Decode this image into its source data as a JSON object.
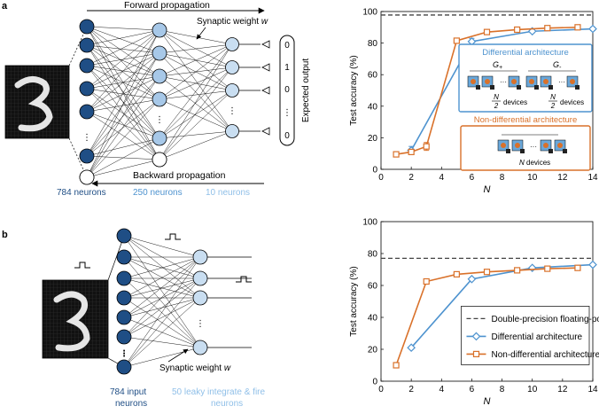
{
  "panel_a": {
    "letter": "a",
    "forward_label": "Forward propagation",
    "backward_label": "Backward propagation",
    "synaptic_label": "Synaptic weight",
    "synaptic_symbol": "w",
    "expected_output_label": "Expected output",
    "expected_values": [
      "0",
      "1",
      "0",
      "0"
    ],
    "layer_labels": [
      "784 neurons",
      "250 neurons",
      "10 neurons"
    ],
    "inset": {
      "diff_title": "Differential architecture",
      "g_plus": "G",
      "g_plus_sub": "+",
      "g_minus": "G",
      "g_minus_sub": "-",
      "n_symbol": "N",
      "half_denominator": "2",
      "devices_word": "devices",
      "nondiff_title": "Non-differential architecture"
    }
  },
  "panel_b": {
    "letter": "b",
    "synaptic_label": "Synaptic weight",
    "synaptic_symbol": "w",
    "input_label_lines": [
      "784 input",
      "neurons"
    ],
    "lif_label_lines": [
      "50 leaky integrate & fire",
      "neurons"
    ]
  },
  "colors": {
    "dark_blue": "#1f4e85",
    "light_blue": "#c9def1",
    "mid_blue": "#a7c8e8",
    "text_blue": "#6aa7d9",
    "diff": "#4e93cf",
    "nondiff": "#d9712a"
  },
  "chart_data": [
    {
      "type": "line",
      "xlabel": "N",
      "ylabel": "Test accuracy (%)",
      "xlim": [
        0,
        14
      ],
      "ylim": [
        0,
        100
      ],
      "xticks": [
        0,
        2,
        4,
        6,
        8,
        10,
        12,
        14
      ],
      "yticks": [
        0,
        20,
        40,
        60,
        80,
        100
      ],
      "reference_line": 97.8,
      "series": [
        {
          "name": "Differential architecture",
          "marker": "diamond",
          "x": [
            2,
            6,
            10,
            14
          ],
          "y": [
            12,
            81,
            87.5,
            89
          ],
          "err": [
            2.5,
            2,
            1,
            1
          ]
        },
        {
          "name": "Non-differential architecture",
          "marker": "square",
          "x": [
            1,
            2,
            3,
            5,
            7,
            9,
            11,
            13
          ],
          "y": [
            9.5,
            11,
            14.5,
            81.5,
            87,
            88.5,
            89.5,
            90
          ],
          "err": [
            1,
            1,
            2.5,
            1,
            1,
            0.5,
            0.5,
            0.5
          ]
        }
      ]
    },
    {
      "type": "line",
      "xlabel": "N",
      "ylabel": "Test accuracy (%)",
      "xlim": [
        0,
        14
      ],
      "ylim": [
        0,
        100
      ],
      "xticks": [
        0,
        2,
        4,
        6,
        8,
        10,
        12,
        14
      ],
      "yticks": [
        0,
        20,
        40,
        60,
        80,
        100
      ],
      "reference_line": 77,
      "reference_name": "Double-precision floating-point",
      "legend_position": "lower-right",
      "series": [
        {
          "name": "Differential architecture",
          "marker": "diamond",
          "x": [
            2,
            6,
            10,
            14
          ],
          "y": [
            21,
            64,
            71,
            73
          ]
        },
        {
          "name": "Non-differential architecture",
          "marker": "square",
          "x": [
            1,
            3,
            5,
            7,
            9,
            11,
            13
          ],
          "y": [
            10,
            62.5,
            67,
            68.5,
            69.5,
            70.5,
            71
          ]
        }
      ]
    }
  ]
}
